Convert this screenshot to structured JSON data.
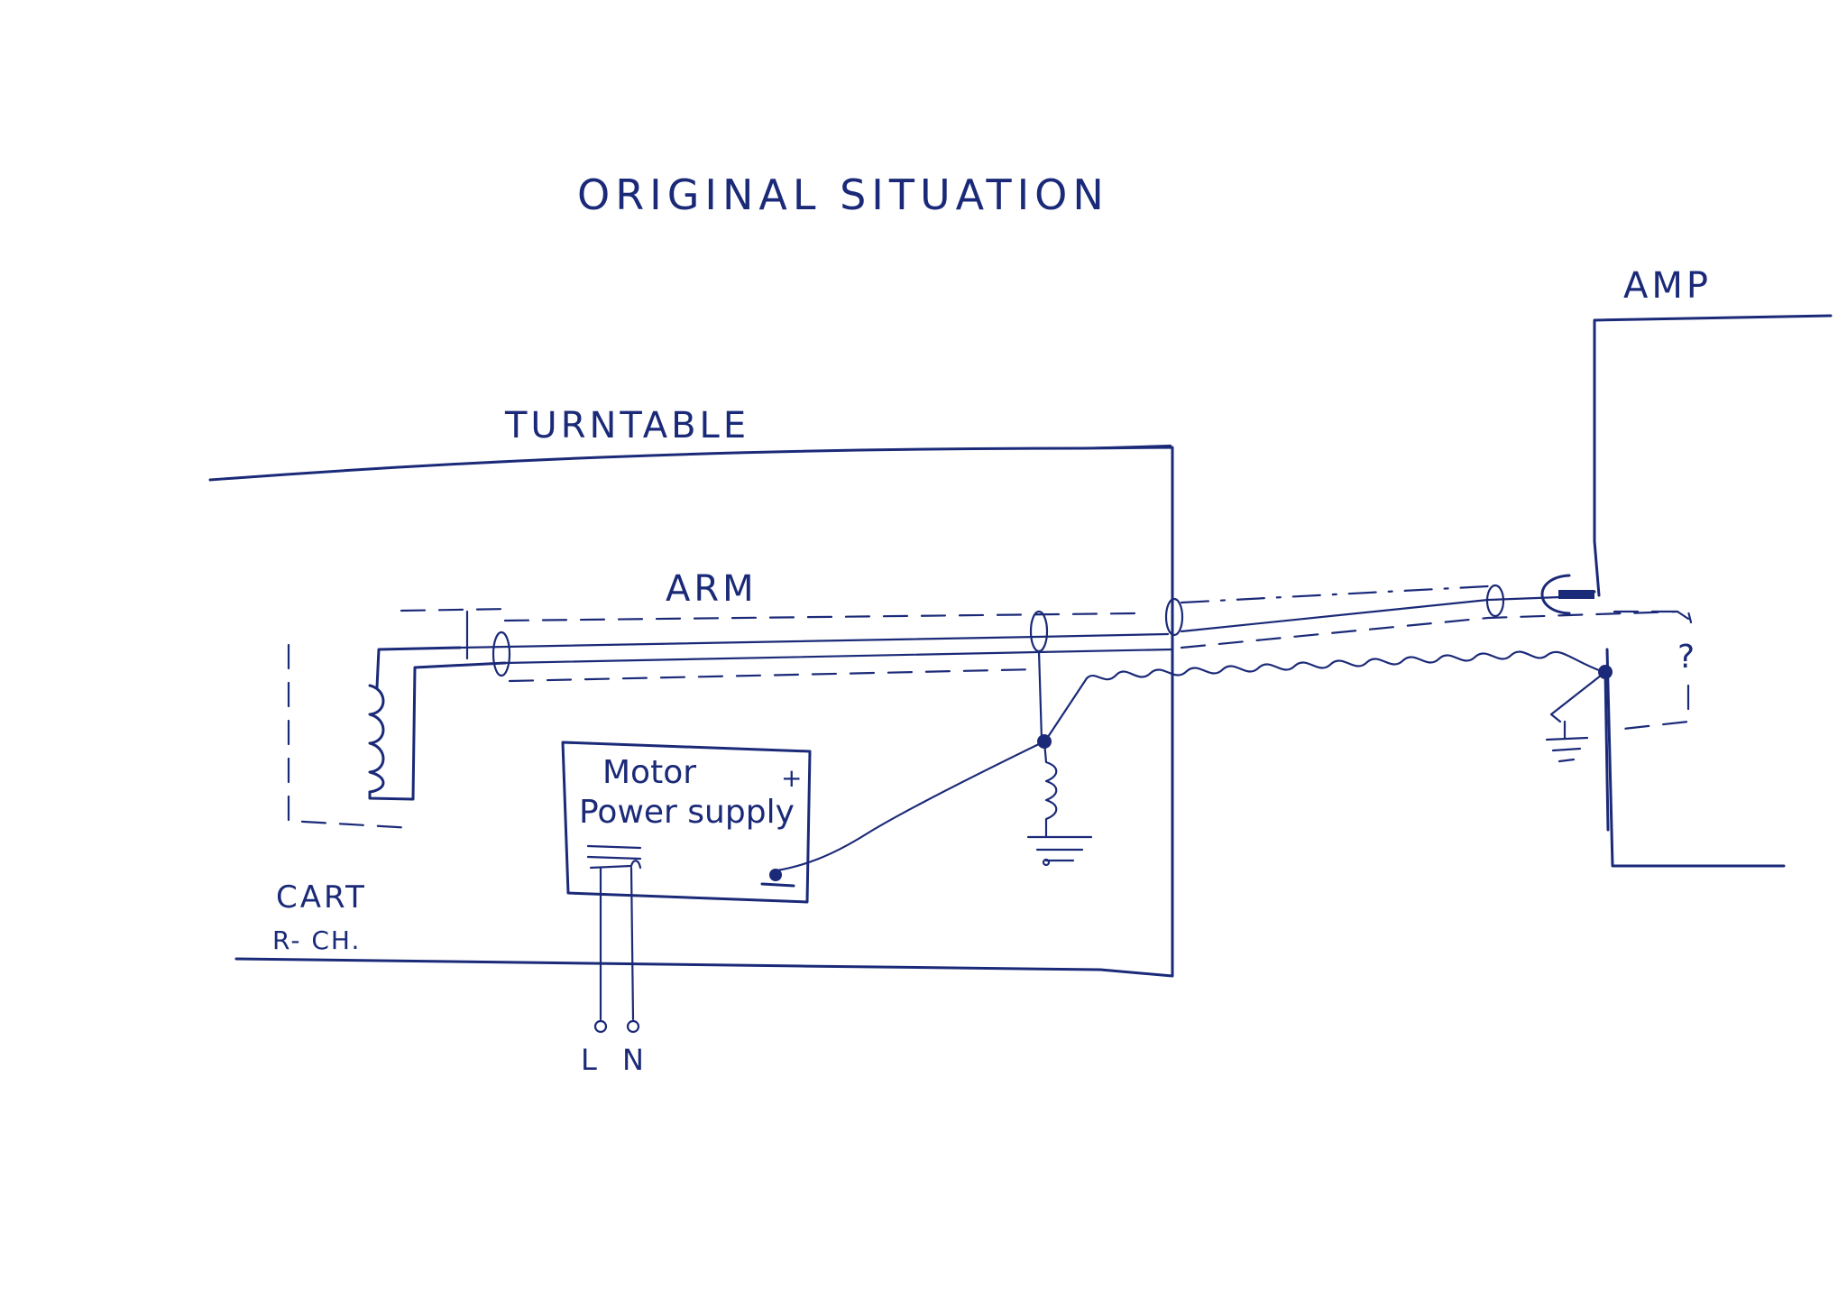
{
  "diagram": {
    "title": "ORIGINAL SITUATION",
    "labels": {
      "turntable": "TURNTABLE",
      "amp": "AMP",
      "arm": "ARM",
      "cart": "CART",
      "channel": "R- CH.",
      "motor_line1": "Motor",
      "motor_line2": "Power supply",
      "plus": "+",
      "question": "?",
      "line": "L",
      "neutral": "N"
    },
    "ink_color": "#1b2a78"
  }
}
